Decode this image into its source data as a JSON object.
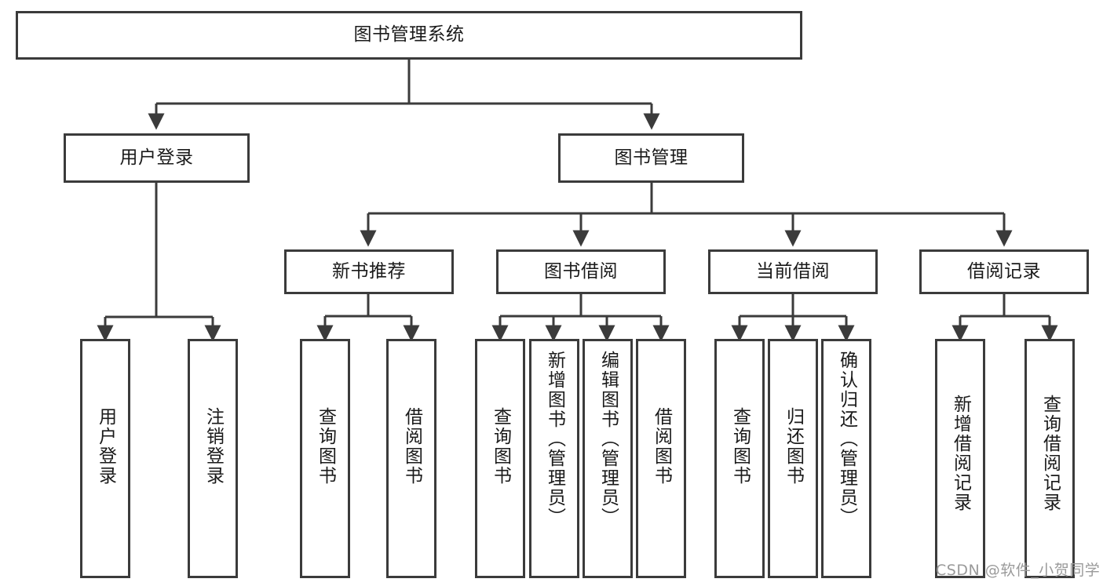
{
  "diagram": {
    "title": "图书管理系统",
    "root": {
      "id": "root",
      "label": "图书管理系统"
    },
    "level2": [
      {
        "id": "user-login",
        "label": "用户登录"
      },
      {
        "id": "book-manage",
        "label": "图书管理"
      }
    ],
    "level3": [
      {
        "id": "new-book-rec",
        "label": "新书推荐"
      },
      {
        "id": "book-borrow",
        "label": "图书借阅"
      },
      {
        "id": "current-borrow",
        "label": "当前借阅"
      },
      {
        "id": "borrow-record",
        "label": "借阅记录"
      }
    ],
    "leaves": [
      {
        "id": "leaf-user-login",
        "label": "用户登录"
      },
      {
        "id": "leaf-logout",
        "label": "注销登录"
      },
      {
        "id": "leaf-query-book-1",
        "label": "查询图书"
      },
      {
        "id": "leaf-borrow-book-1",
        "label": "借阅图书"
      },
      {
        "id": "leaf-query-book-2",
        "label": "查询图书"
      },
      {
        "id": "leaf-add-book",
        "label": "新增图书（管理员）"
      },
      {
        "id": "leaf-edit-book",
        "label": "编辑图书（管理员）"
      },
      {
        "id": "leaf-borrow-book-2",
        "label": "借阅图书"
      },
      {
        "id": "leaf-query-book-3",
        "label": "查询图书"
      },
      {
        "id": "leaf-return-book",
        "label": "归还图书"
      },
      {
        "id": "leaf-confirm-return",
        "label": "确认归还（管理员）"
      },
      {
        "id": "leaf-add-record",
        "label": "新增借阅记录"
      },
      {
        "id": "leaf-query-record",
        "label": "查询借阅记录"
      }
    ],
    "colors": {
      "box_border": "#3b3b3b",
      "box_fill": "#ffffff",
      "edge": "#3b3b3b",
      "text": "#1a1a1a",
      "watermark": "#9a9a9a"
    }
  },
  "watermark": {
    "text": "CSDN @软件_小贺同学"
  }
}
